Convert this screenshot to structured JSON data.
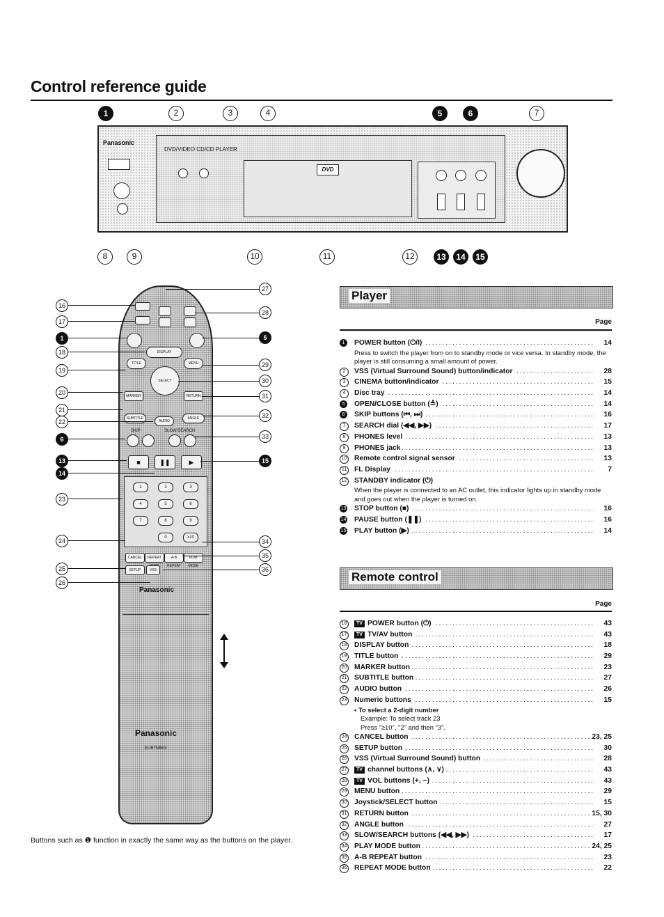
{
  "page": {
    "title": "Control reference guide",
    "footnote": "Buttons such as ❶ function in exactly the same way as the buttons on the player."
  },
  "player_panel": {
    "brand": "Panasonic",
    "model_text": "DVD/VIDEO CD/CD PLAYER",
    "top_callouts": [
      "1",
      "2",
      "3",
      "4",
      "5",
      "6",
      "7"
    ],
    "bottom_callouts": [
      "8",
      "9",
      "10",
      "11",
      "12",
      "13",
      "14",
      "15"
    ],
    "dvd_logo": "DVD"
  },
  "remote": {
    "brand": "Panasonic",
    "model_text": "EUR7MB01",
    "left_callouts": [
      "16",
      "17",
      "1",
      "18",
      "19",
      "20",
      "21",
      "22",
      "6",
      "13",
      "14",
      "23",
      "24",
      "25",
      "26"
    ],
    "right_callouts": [
      "27",
      "28",
      "5",
      "29",
      "30",
      "31",
      "32",
      "33",
      "15",
      "34",
      "35",
      "36"
    ],
    "buttons": {
      "skip": "SKIP",
      "slow_search": "SLOW/SEARCH",
      "stop": "STOP",
      "pause": "PAUSE",
      "play": "PLAY",
      "display": "DISPLAY",
      "menu": "MENU",
      "title": "TITLE",
      "return": "RETURN",
      "marker": "MARKER",
      "subtitle": "SUBTITLE",
      "audio": "AUDIO",
      "angle": "ANGLE",
      "cancel": "CANCEL",
      "setup": "SETUP",
      "vss": "VSS",
      "repeat": "REPEAT MODE",
      "ab": "A-B REPEAT",
      "play_mode": "PLAY MODE",
      "select": "SELECT",
      "numbers": [
        "1",
        "2",
        "3",
        "4",
        "5",
        "6",
        "7",
        "8",
        "9",
        "0",
        "≥10"
      ]
    }
  },
  "player_section": {
    "heading": "Player",
    "page_label": "Page",
    "items": [
      {
        "n": "1",
        "style": "filled",
        "label": "POWER button (⏻/I)",
        "page": "14",
        "note": "Press to switch the player from on to standby mode or vice versa. In standby mode, the player is still consuming a small amount of power."
      },
      {
        "n": "2",
        "style": "open",
        "label": "VSS (Virtual Surround Sound) button/indicator",
        "page": "28"
      },
      {
        "n": "3",
        "style": "open",
        "label": "CINEMA button/indicator",
        "page": "15"
      },
      {
        "n": "4",
        "style": "open",
        "label": "Disc tray",
        "page": "14"
      },
      {
        "n": "5",
        "style": "filled",
        "label": "OPEN/CLOSE button (≜)",
        "page": "14"
      },
      {
        "n": "6",
        "style": "filled",
        "label": "SKIP buttons (⏮, ⏭)",
        "page": "16"
      },
      {
        "n": "7",
        "style": "open",
        "label": "SEARCH dial (◀◀, ▶▶)",
        "page": "17"
      },
      {
        "n": "8",
        "style": "open",
        "label": "PHONES level",
        "page": "13"
      },
      {
        "n": "9",
        "style": "open",
        "label": "PHONES jack",
        "page": "13"
      },
      {
        "n": "10",
        "style": "open",
        "label": "Remote control signal sensor",
        "page": "13"
      },
      {
        "n": "11",
        "style": "open",
        "label": "FL Display",
        "page": "7"
      },
      {
        "n": "12",
        "style": "open",
        "label": "STANDBY indicator (⏻)",
        "page": "",
        "note": "When the player is connected to an AC outlet, this indicator lights up in standby mode and goes out when the player is turned on."
      },
      {
        "n": "13",
        "style": "filled",
        "label": "STOP button (■)",
        "page": "16"
      },
      {
        "n": "14",
        "style": "filled",
        "label": "PAUSE button (❚❚)",
        "page": "16"
      },
      {
        "n": "15",
        "style": "filled",
        "label": "PLAY button (▶)",
        "page": "14"
      }
    ]
  },
  "remote_section": {
    "heading": "Remote control",
    "page_label": "Page",
    "tv_badge": "TV",
    "items": [
      {
        "n": "16",
        "style": "open",
        "tv": true,
        "label": "POWER button (⏻)",
        "page": "43"
      },
      {
        "n": "17",
        "style": "open",
        "tv": true,
        "label": "TV/AV button",
        "page": "43"
      },
      {
        "n": "18",
        "style": "open",
        "label": "DISPLAY button",
        "page": "18"
      },
      {
        "n": "19",
        "style": "open",
        "label": "TITLE button",
        "page": "29"
      },
      {
        "n": "20",
        "style": "open",
        "label": "MARKER button",
        "page": "23"
      },
      {
        "n": "21",
        "style": "open",
        "label": "SUBTITLE button",
        "page": "27"
      },
      {
        "n": "22",
        "style": "open",
        "label": "AUDIO button",
        "page": "26"
      },
      {
        "n": "23",
        "style": "open",
        "label": "Numeric buttons",
        "page": "15",
        "note_lines": [
          "• To select a 2-digit number",
          "Example: To select track 23",
          "Press \"≥10\", \"2\" and then \"3\"."
        ]
      },
      {
        "n": "24",
        "style": "open",
        "label": "CANCEL button",
        "page": "23, 25"
      },
      {
        "n": "25",
        "style": "open",
        "label": "SETUP button",
        "page": "30"
      },
      {
        "n": "26",
        "style": "open",
        "label": "VSS (Virtual Surround Sound) button",
        "page": "28"
      },
      {
        "n": "27",
        "style": "open",
        "tv": true,
        "label": "channel buttons (∧, ∨)",
        "page": "43"
      },
      {
        "n": "28",
        "style": "open",
        "tv": true,
        "label": "VOL buttons (+, −)",
        "page": "43"
      },
      {
        "n": "29",
        "style": "open",
        "label": "MENU button",
        "page": "29"
      },
      {
        "n": "30",
        "style": "open",
        "label": "Joystick/SELECT button",
        "page": "15"
      },
      {
        "n": "31",
        "style": "open",
        "label": "RETURN button",
        "page": "15, 30"
      },
      {
        "n": "32",
        "style": "open",
        "label": "ANGLE button",
        "page": "27"
      },
      {
        "n": "33",
        "style": "open",
        "label": "SLOW/SEARCH buttons (◀◀, ▶▶)",
        "page": "17"
      },
      {
        "n": "34",
        "style": "open",
        "label": "PLAY MODE button",
        "page": "24, 25"
      },
      {
        "n": "35",
        "style": "open",
        "label": "A-B REPEAT button",
        "page": "23"
      },
      {
        "n": "36",
        "style": "open",
        "label": "REPEAT MODE button",
        "page": "22"
      }
    ]
  }
}
